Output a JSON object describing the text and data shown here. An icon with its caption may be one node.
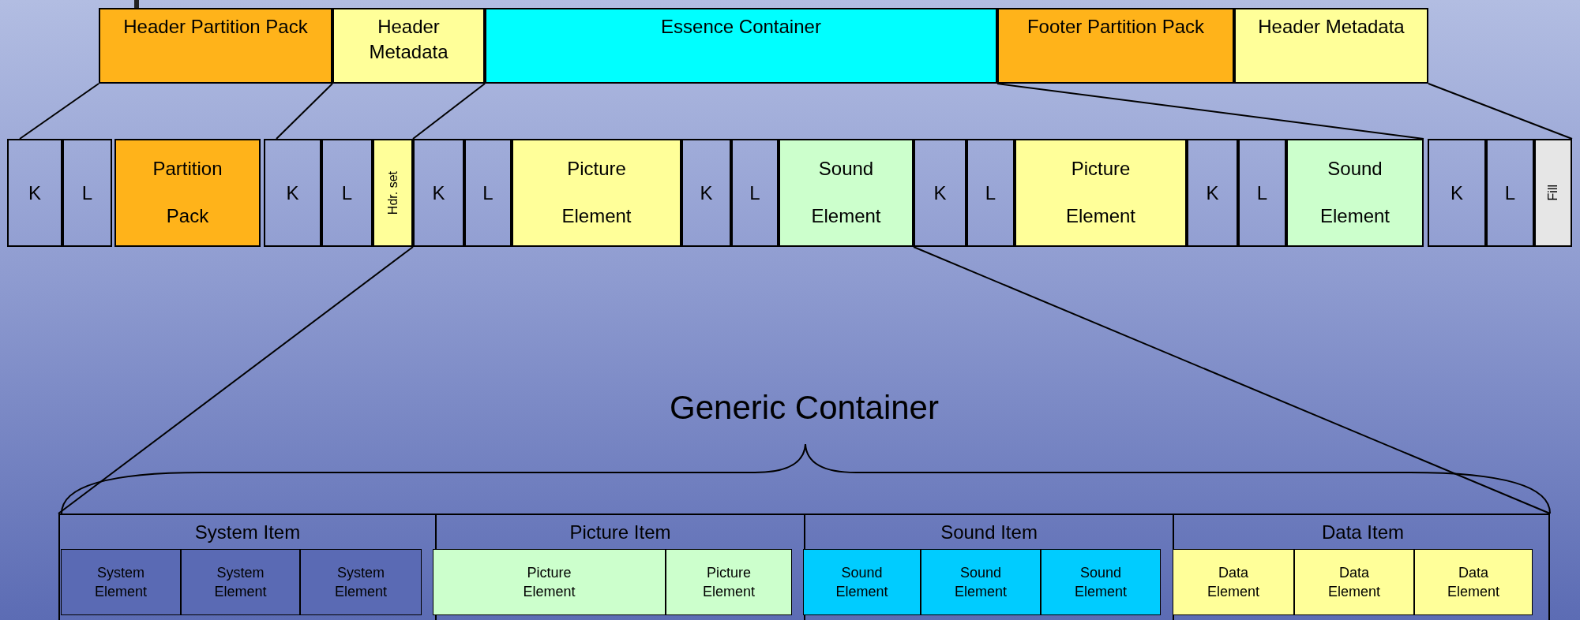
{
  "diagram": {
    "nodes": [
      {
        "text": [
          "Header Partition Pack"
        ]
      },
      {
        "text": [
          "Header Metadata"
        ]
      },
      {
        "text": [
          "Essence Container"
        ]
      },
      {
        "text": [
          "Footer Partition Pack"
        ]
      },
      {
        "text": [
          "Header Metadata"
        ]
      },
      {
        "text": [
          "K"
        ]
      },
      {
        "text": [
          "L"
        ]
      },
      {
        "text": [
          "Partition Pack"
        ]
      },
      {
        "text": [
          "K"
        ]
      },
      {
        "text": [
          "L"
        ]
      },
      {
        "text": [
          "Hdr. set"
        ]
      },
      {
        "text": [
          "K"
        ]
      },
      {
        "text": [
          "L"
        ]
      },
      {
        "text": [
          "Picture Element"
        ]
      },
      {
        "text": [
          "K"
        ]
      },
      {
        "text": [
          "L"
        ]
      },
      {
        "text": [
          "Sound Element"
        ]
      },
      {
        "text": [
          "K"
        ]
      },
      {
        "text": [
          "L"
        ]
      },
      {
        "text": [
          "Picture Element"
        ]
      },
      {
        "text": [
          "K"
        ]
      },
      {
        "text": [
          "L"
        ]
      },
      {
        "text": [
          "Sound Element"
        ]
      },
      {
        "text": [
          "K"
        ]
      },
      {
        "text": [
          "L"
        ]
      },
      {
        "text": [
          "Fill"
        ]
      },
      {
        "text": [
          "Generic Container"
        ]
      },
      {
        "text": [
          "System Item"
        ],
        "in": 26
      },
      {
        "text": [
          "System Element"
        ],
        "in": 27
      },
      {
        "text": [
          "System Element"
        ],
        "in": 27
      },
      {
        "text": [
          "System Element"
        ],
        "in": 27
      },
      {
        "text": [
          "Picture Item"
        ],
        "in": 26
      },
      {
        "text": [
          "Picture Element"
        ],
        "in": 31
      },
      {
        "text": [
          "Picture Element"
        ],
        "in": 31
      },
      {
        "text": [
          "Sound Item"
        ],
        "in": 26
      },
      {
        "text": [
          "Sound Element"
        ],
        "in": 34
      },
      {
        "text": [
          "Sound Element"
        ],
        "in": 34
      },
      {
        "text": [
          "Sound Element"
        ],
        "in": 34
      },
      {
        "text": [
          "Data Item"
        ],
        "in": 26
      },
      {
        "text": [
          "Data Element"
        ],
        "in": 38
      },
      {
        "text": [
          "Data Element"
        ],
        "in": 38
      },
      {
        "text": [
          "Data Element"
        ],
        "in": 38
      }
    ],
    "edges": [
      {
        "from": 0,
        "to": 5,
        "arrow": "none"
      },
      {
        "from": 0,
        "to": 8,
        "arrow": "none"
      },
      {
        "from": 1,
        "to": 10,
        "arrow": "none"
      },
      {
        "from": 3,
        "to": 22,
        "arrow": "none"
      },
      {
        "from": 4,
        "to": 25,
        "arrow": "none"
      },
      {
        "from": 10,
        "to": 26,
        "arrow": "none"
      },
      {
        "from": 16,
        "to": 26,
        "arrow": "none"
      }
    ]
  }
}
